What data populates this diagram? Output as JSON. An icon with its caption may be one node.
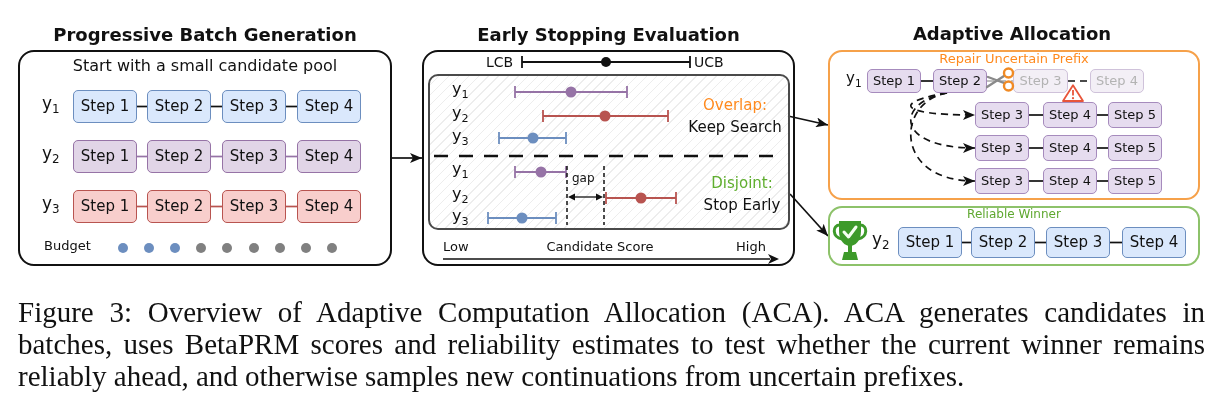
{
  "diagram": {
    "caption": "Figure 3: Overview of Adaptive Computation Allocation (ACA). ACA generates candidates in batches, uses BetaPRM scores and reliability estimates to test whether the current winner remains reliably ahead, and otherwise samples new continuations from uncertain prefixes.",
    "nodes": [
      {
        "text": [
          "Progressive Batch Generation",
          "Start with a small candidate pool"
        ]
      },
      {
        "text": [
          "Step 1"
        ],
        "in": 0
      },
      {
        "text": [
          "Step 2"
        ],
        "in": 0
      },
      {
        "text": [
          "Step 3"
        ],
        "in": 0
      },
      {
        "text": [
          "Step 4"
        ],
        "in": 0
      },
      {
        "text": [
          "Step 1"
        ],
        "in": 0
      },
      {
        "text": [
          "Step 2"
        ],
        "in": 0
      },
      {
        "text": [
          "Step 3"
        ],
        "in": 0
      },
      {
        "text": [
          "Step 4"
        ],
        "in": 0
      },
      {
        "text": [
          "Step 1"
        ],
        "in": 0
      },
      {
        "text": [
          "Step 2"
        ],
        "in": 0
      },
      {
        "text": [
          "Step 3"
        ],
        "in": 0
      },
      {
        "text": [
          "Step 4"
        ],
        "in": 0
      },
      {
        "text": [
          "Early Stopping Evaluation"
        ]
      },
      {
        "text": [],
        "shape": "box",
        "in": 13
      },
      {
        "text": [
          "Overlap:",
          "Keep Search"
        ],
        "in": 14
      },
      {
        "text": [
          "Disjoint:",
          "Stop Early"
        ],
        "in": 14
      },
      {
        "text": [
          "Repair Uncertain Prefix"
        ]
      },
      {
        "text": [
          "Step 1"
        ],
        "in": 17
      },
      {
        "text": [
          "Step 2"
        ],
        "in": 17
      },
      {
        "text": [
          "Step 3"
        ],
        "in": 17
      },
      {
        "text": [
          "Step 4"
        ],
        "in": 17
      },
      {
        "text": [
          "Step 3"
        ],
        "in": 17
      },
      {
        "text": [
          "Step 4"
        ],
        "in": 17
      },
      {
        "text": [
          "Step 5"
        ],
        "in": 17
      },
      {
        "text": [
          "Step 3"
        ],
        "in": 17
      },
      {
        "text": [
          "Step 4"
        ],
        "in": 17
      },
      {
        "text": [
          "Step 5"
        ],
        "in": 17
      },
      {
        "text": [
          "Step 3"
        ],
        "in": 17
      },
      {
        "text": [
          "Step 4"
        ],
        "in": 17
      },
      {
        "text": [
          "Step 5"
        ],
        "in": 17
      },
      {
        "text": [
          "Reliable Winner"
        ]
      },
      {
        "text": [
          "Step 1"
        ],
        "in": 31
      },
      {
        "text": [
          "Step 2"
        ],
        "in": 31
      },
      {
        "text": [
          "Step 3"
        ],
        "in": 31
      },
      {
        "text": [
          "Step 4"
        ],
        "in": 31
      }
    ],
    "edges": [
      {
        "from": 1,
        "to": 2,
        "arrow": "none"
      },
      {
        "from": 2,
        "to": 3,
        "arrow": "none"
      },
      {
        "from": 3,
        "to": 4,
        "arrow": "none"
      },
      {
        "from": 5,
        "to": 6,
        "arrow": "none",
        "color": "#9673a6"
      },
      {
        "from": 6,
        "to": 7,
        "arrow": "none",
        "color": "#9673a6"
      },
      {
        "from": 7,
        "to": 8,
        "arrow": "none",
        "color": "#9673a6"
      },
      {
        "from": 9,
        "to": 10,
        "arrow": "none",
        "color": "#b85450"
      },
      {
        "from": 10,
        "to": 11,
        "arrow": "none",
        "color": "#b85450"
      },
      {
        "from": 11,
        "to": 12,
        "arrow": "none",
        "color": "#b85450"
      },
      {
        "from": 0,
        "to": 13,
        "arrow": "to"
      },
      {
        "from": 15,
        "to": 17,
        "arrow": "to"
      },
      {
        "from": 16,
        "to": 31,
        "arrow": "to"
      },
      {
        "from": 18,
        "to": 19,
        "arrow": "none"
      },
      {
        "from": 19,
        "to": 20,
        "arrow": "none",
        "style": "dashed",
        "color": "#aaaaaa"
      },
      {
        "from": 20,
        "to": 21,
        "arrow": "none",
        "style": "dashed"
      },
      {
        "from": 19,
        "to": 22,
        "arrow": "to",
        "style": "dashed"
      },
      {
        "from": 19,
        "to": 25,
        "arrow": "to",
        "style": "dashed"
      },
      {
        "from": 19,
        "to": 28,
        "arrow": "to",
        "style": "dashed"
      },
      {
        "from": 22,
        "to": 23,
        "arrow": "none"
      },
      {
        "from": 23,
        "to": 24,
        "arrow": "none"
      },
      {
        "from": 25,
        "to": 26,
        "arrow": "none"
      },
      {
        "from": 26,
        "to": 27,
        "arrow": "none"
      },
      {
        "from": 28,
        "to": 29,
        "arrow": "none"
      },
      {
        "from": 29,
        "to": 30,
        "arrow": "none"
      },
      {
        "from": 32,
        "to": 33,
        "arrow": "none"
      },
      {
        "from": 33,
        "to": 34,
        "arrow": "none"
      },
      {
        "from": 34,
        "to": 35,
        "arrow": "none"
      }
    ],
    "labels": [
      "y$_{1}$",
      "y$_{2}$",
      "y$_{3}$",
      "Budget",
      "LCB",
      "UCB",
      "y$_{1}$",
      "y$_{2}$",
      "y$_{3}$",
      "y$_{1}$",
      "gap",
      "y$_{2}$",
      "y$_{3}$",
      "Low",
      "Candidate Score",
      "High",
      "Adaptive Allocation",
      "y$_{1}$",
      "y$_{2}$"
    ]
  }
}
